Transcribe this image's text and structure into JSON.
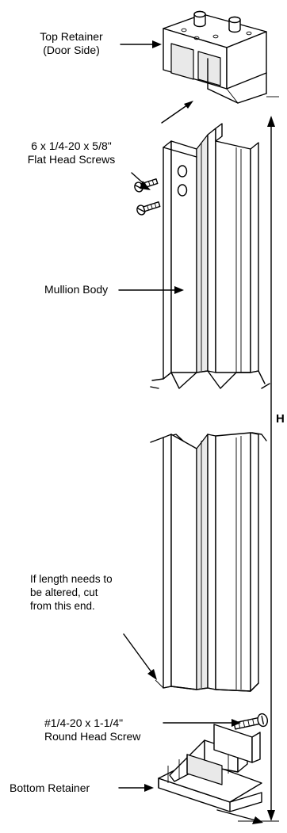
{
  "labels": {
    "top_retainer_line1": "Top Retainer",
    "top_retainer_line2": "(Door Side)",
    "flat_screws_line1": "6 x 1/4-20 x 5/8\"",
    "flat_screws_line2": "Flat Head Screws",
    "mullion_body": "Mullion Body",
    "height_dim": "H",
    "cut_note_line1": "If length needs to",
    "cut_note_line2": "be altered, cut",
    "cut_note_line3": "from this end.",
    "round_screw_line1": "#1/4-20 x 1-1/4\"",
    "round_screw_line2": "Round Head Screw",
    "bottom_retainer": "Bottom Retainer"
  }
}
